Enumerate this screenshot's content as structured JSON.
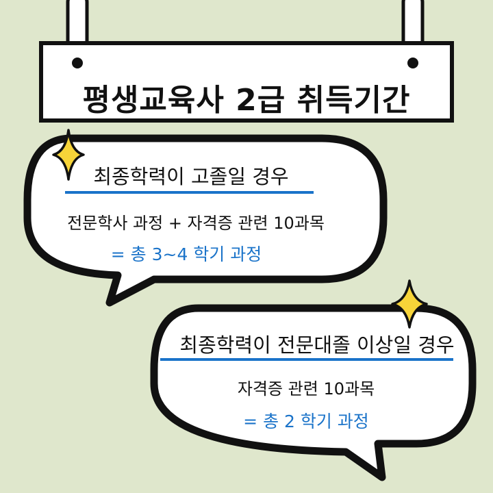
{
  "colors": {
    "background": "#dfe7cc",
    "ink": "#111111",
    "accent_blue": "#1a73c9",
    "star_yellow": "#f7d439"
  },
  "sign": {
    "title": "평생교육사 2급 취득기간"
  },
  "bubble_high_school": {
    "heading": "최종학력이 고졸일 경우",
    "line1": "전문학사 과정 + 자격증 관련 10과목",
    "line2": "= 총 3~4 학기 과정"
  },
  "bubble_college": {
    "heading": "최종학력이 전문대졸 이상일 경우",
    "line1": "자격증 관련 10과목",
    "line2": "= 총 2 학기 과정"
  }
}
